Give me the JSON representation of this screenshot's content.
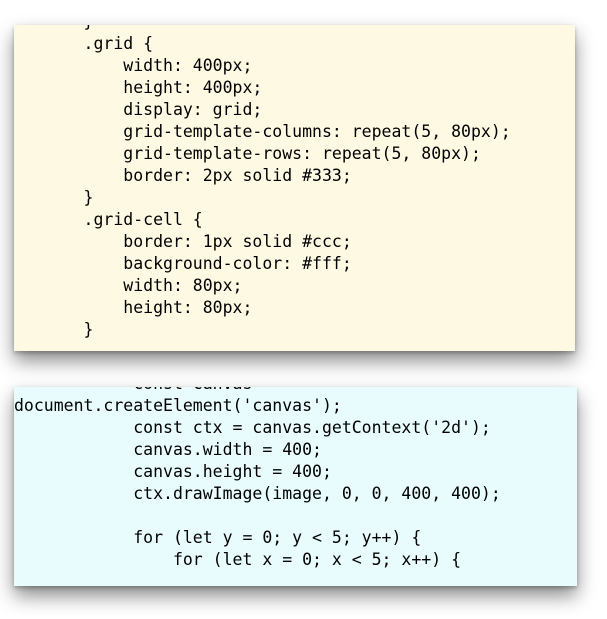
{
  "css_snippet": {
    "lines": [
      "       }",
      "       .grid {",
      "           width: 400px;",
      "           height: 400px;",
      "           display: grid;",
      "           grid-template-columns: repeat(5, 80px);",
      "           grid-template-rows: repeat(5, 80px);",
      "           border: 2px solid #333;",
      "       }",
      "       .grid-cell {",
      "           border: 1px solid #ccc;",
      "           background-color: #fff;",
      "           width: 80px;",
      "           height: 80px;",
      "       }"
    ],
    "background": "#fef9e3"
  },
  "js_snippet": {
    "lines": [
      "            const canvas =",
      "document.createElement('canvas');",
      "            const ctx = canvas.getContext('2d');",
      "            canvas.width = 400;",
      "            canvas.height = 400;",
      "            ctx.drawImage(image, 0, 0, 400, 400);",
      "",
      "            for (let y = 0; y < 5; y++) {",
      "                for (let x = 0; x < 5; x++) {"
    ],
    "background": "#e8fbfd"
  }
}
